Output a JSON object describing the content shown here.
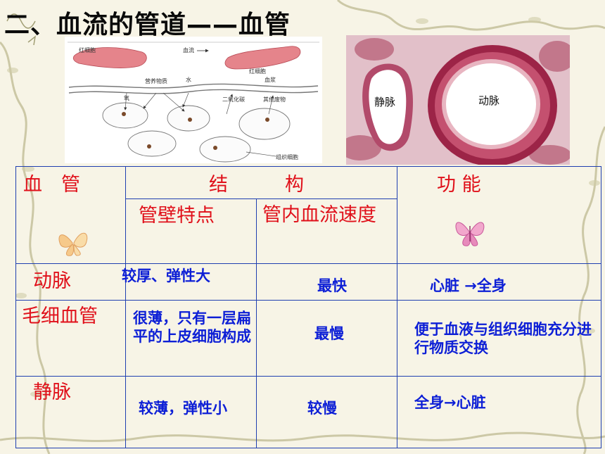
{
  "title": "二、血流的管道——血管",
  "diagram": {
    "labels": {
      "red_cell_left": "红细胞",
      "blood_flow": "血流",
      "red_cell_right": "红细胞",
      "plasma": "血浆",
      "oxygen": "氧",
      "nutrients": "营养物质",
      "water": "水",
      "co2": "二氧化碳",
      "other_waste": "其他废物",
      "tissue_cell": "组织细胞"
    }
  },
  "micrograph": {
    "vein_label": "静脉",
    "artery_label": "动脉"
  },
  "table": {
    "header": {
      "vessel": "血　管",
      "structure": "结　　　构",
      "function": "功  能",
      "wall": "管壁特点",
      "speed": "管内血流速度"
    },
    "rows": [
      {
        "name": "动脉",
        "wall": "较厚、弹性大",
        "speed": "最快",
        "function": "心脏 →全身"
      },
      {
        "name": "毛细血管",
        "wall": "很薄，只有一层扁平的上皮细胞构成",
        "speed": "最慢",
        "function": "便于血液与组织细胞充分进行物质交换"
      },
      {
        "name": "静脉",
        "wall": "较薄，弹性小",
        "speed": "较慢",
        "function": "全身→心脏"
      }
    ]
  },
  "colors": {
    "header_text": "#e0101a",
    "cell_text": "#0d1fd6",
    "table_border": "#1f3fb0"
  }
}
